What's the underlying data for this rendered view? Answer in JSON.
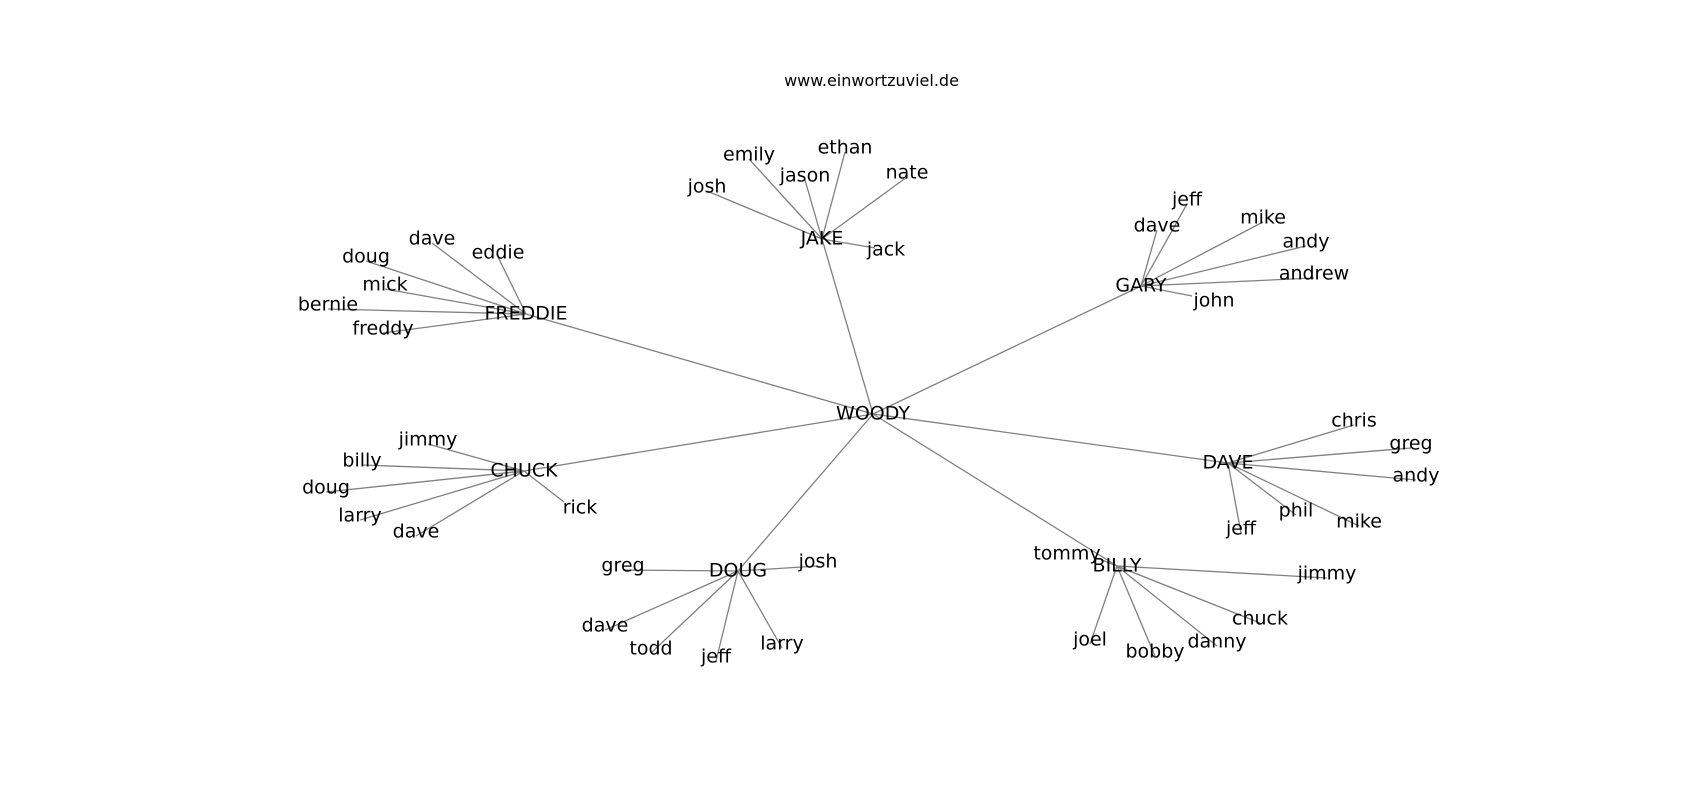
{
  "caption": "www.einwortzuviel.de",
  "edge_color": "#808080",
  "root": {
    "label": "WOODY"
  },
  "groups": [
    {
      "label": "JAKE",
      "children": [
        "josh",
        "emily",
        "jason",
        "ethan",
        "nate",
        "jack"
      ]
    },
    {
      "label": "GARY",
      "children": [
        "jeff",
        "dave",
        "mike",
        "andy",
        "andrew",
        "john"
      ]
    },
    {
      "label": "FREDDIE",
      "children": [
        "dave",
        "eddie",
        "doug",
        "mick",
        "bernie",
        "freddy"
      ]
    },
    {
      "label": "CHUCK",
      "children": [
        "jimmy",
        "billy",
        "doug",
        "larry",
        "dave",
        "rick"
      ]
    },
    {
      "label": "DAVE",
      "children": [
        "chris",
        "greg",
        "andy",
        "phil",
        "mike",
        "jeff"
      ]
    },
    {
      "label": "DOUG",
      "children": [
        "greg",
        "josh",
        "dave",
        "todd",
        "jeff",
        "larry"
      ]
    },
    {
      "label": "BILLY",
      "children": [
        "tommy",
        "jimmy",
        "chuck",
        "joel",
        "bobby",
        "danny"
      ]
    }
  ]
}
